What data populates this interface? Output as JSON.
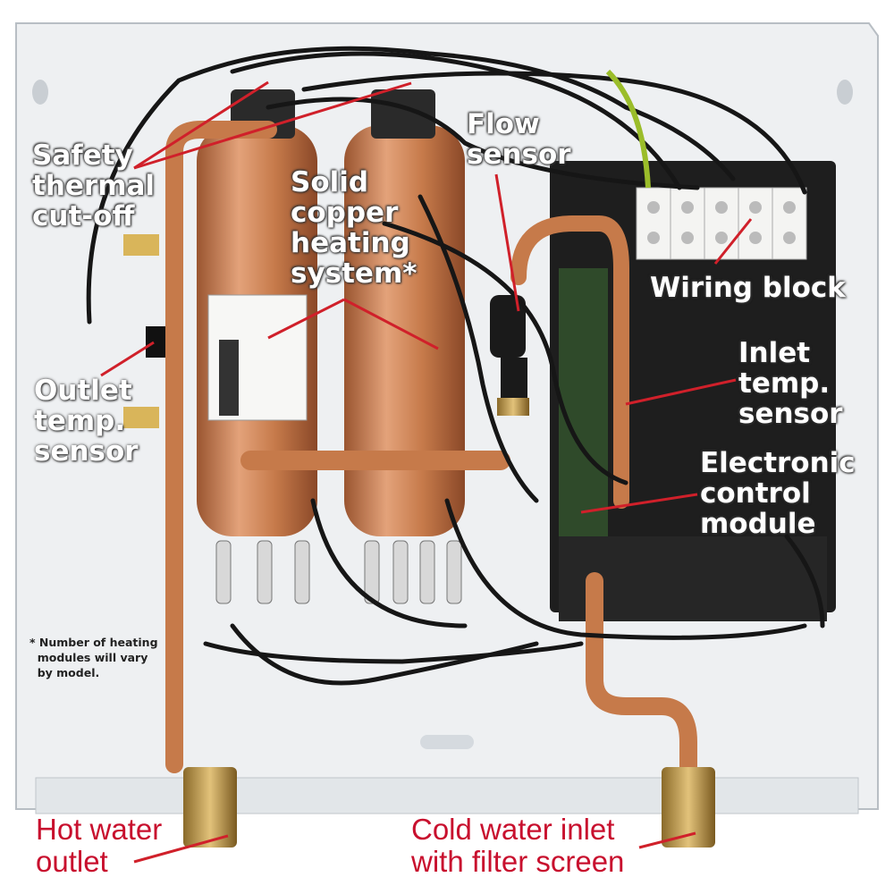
{
  "labels": {
    "safety_thermal": "Safety\nthermal\ncut-off",
    "solid_copper": "Solid\ncopper\nheating\nsystem*",
    "flow_sensor": "Flow\nsensor",
    "wiring_block": "Wiring block",
    "outlet_temp": "Outlet\ntemp.\nsensor",
    "inlet_temp": "Inlet\ntemp.\nsensor",
    "electronic_control": "Electronic\ncontrol\nmodule",
    "hot_water": "Hot water\noutlet",
    "cold_water": "Cold water inlet\nwith filter screen",
    "footnote": "* Number of heating\n  modules will vary\n  by model."
  },
  "colors": {
    "label_red": "#c8102e",
    "leader_red": "#d0202a",
    "copper": "#c87a4a",
    "panel": "#eef0f2",
    "module": "#1e1e1e"
  }
}
